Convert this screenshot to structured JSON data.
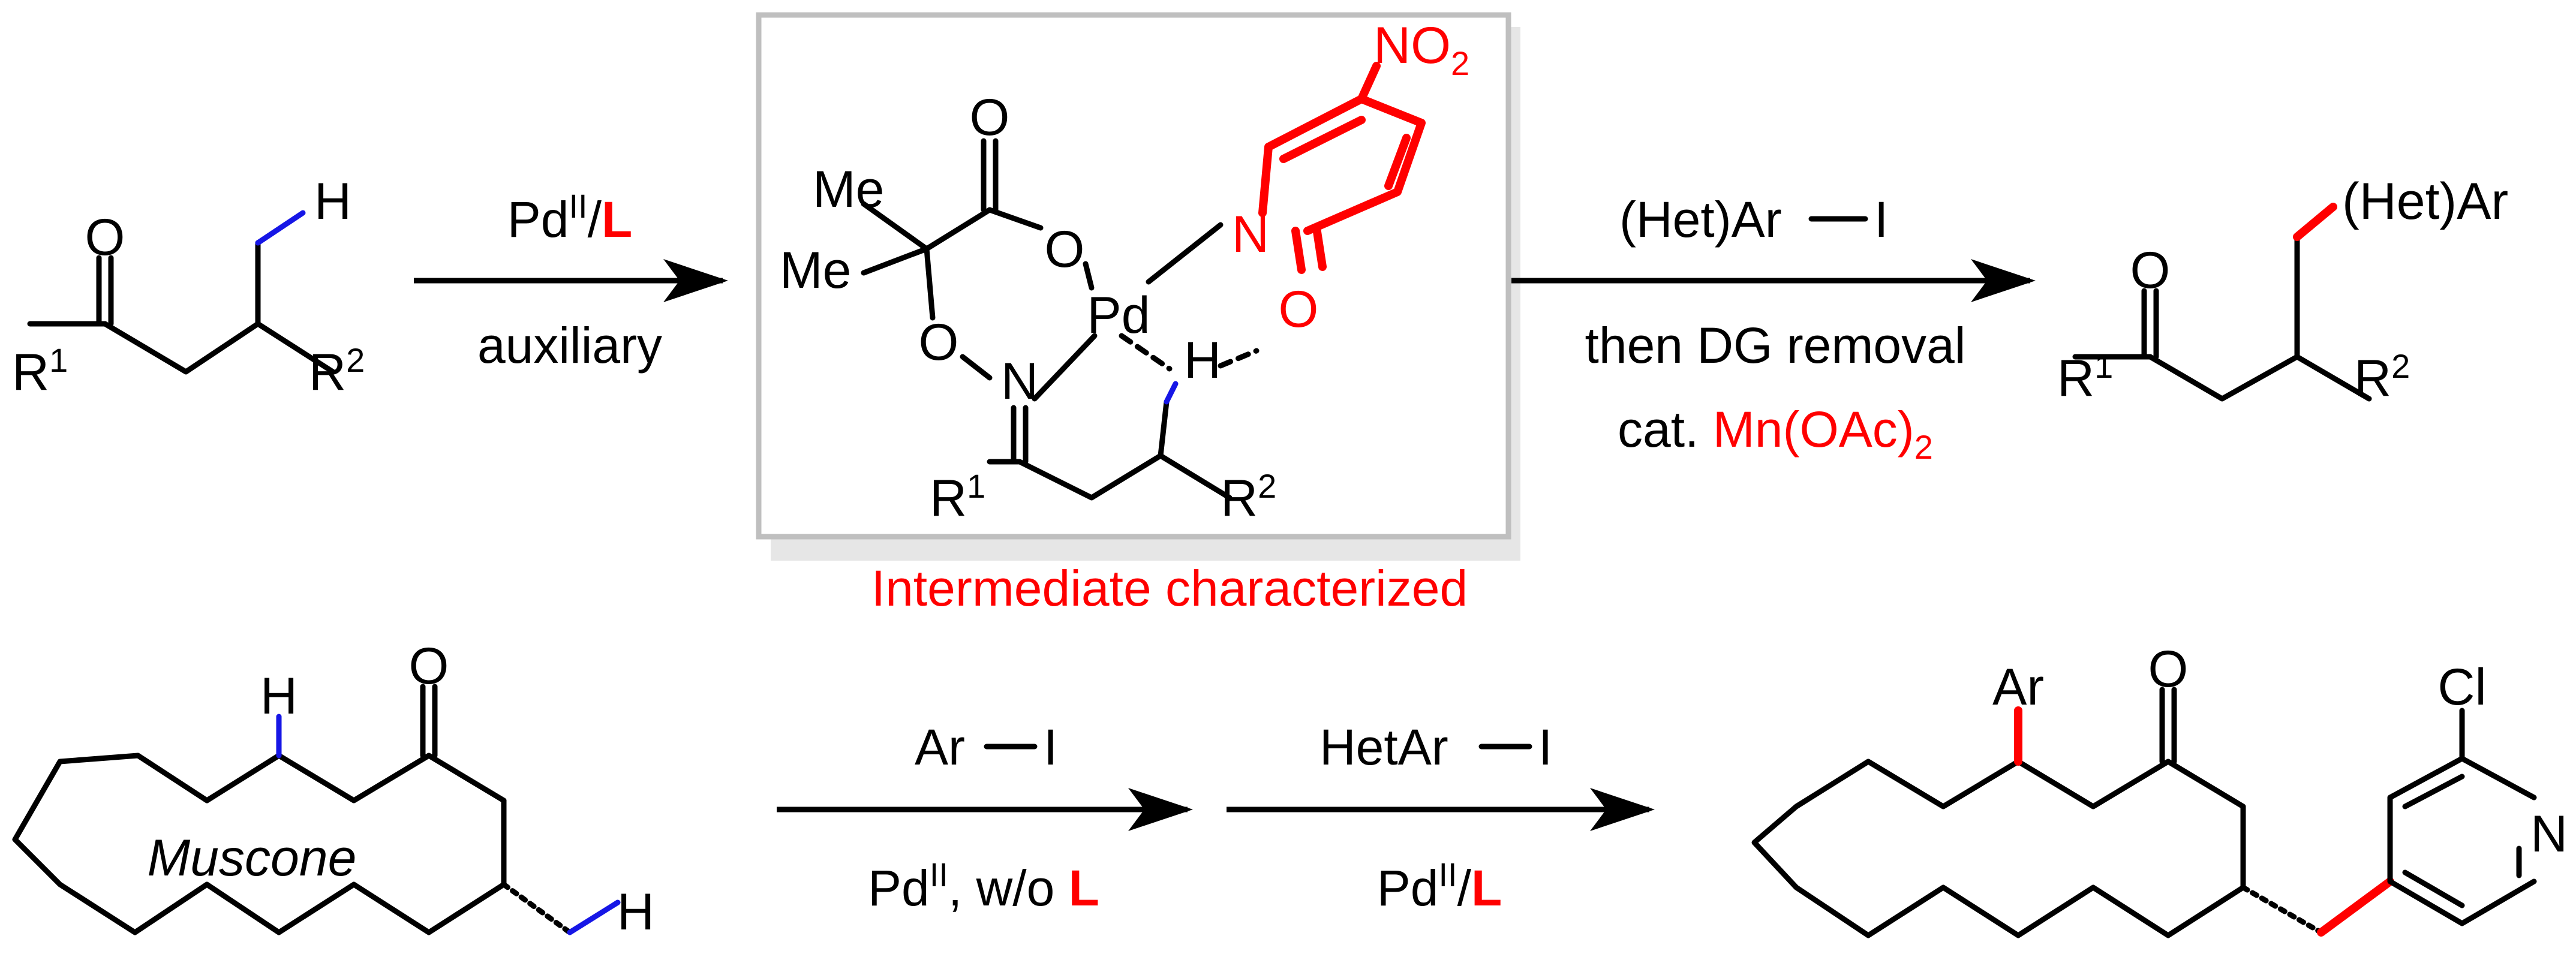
{
  "colors": {
    "highlight": "#ff0000",
    "ch_bond": "#1616e6",
    "bond": "#000000",
    "box_border": "#bfbfbf",
    "box_shadow": "#e6e6e6"
  },
  "top": {
    "sm": {
      "o": "O",
      "h": "H",
      "r1": "R",
      "r1_sup": "1",
      "r2": "R",
      "r2_sup": "2"
    },
    "arrow1": {
      "cat_main": "Pd",
      "cat_sup": "II",
      "cat_slash": "/",
      "ligand": "L",
      "below": "auxiliary"
    },
    "intermediate": {
      "me1": "Me",
      "me2": "Me",
      "o_carbonyl": "O",
      "o_ester": "O",
      "o_ox": "O",
      "n_ox": "N",
      "pd": "Pd",
      "h": "H",
      "n_py": "N",
      "o_py": "O",
      "no2_main": "NO",
      "no2_sub": "2",
      "r1": "R",
      "r1_sup": "1",
      "r2": "R",
      "r2_sup": "2",
      "caption": "Intermediate characterized"
    },
    "arrow2": {
      "above": "(Het)Ar",
      "above_i": "I",
      "below1": "then DG removal",
      "below2_prefix": "cat. ",
      "below2_red": "Mn(OAc)",
      "below2_sub": "2"
    },
    "product": {
      "o": "O",
      "hetar": "(Het)Ar",
      "r1": "R",
      "r1_sup": "1",
      "r2": "R",
      "r2_sup": "2"
    }
  },
  "bottom": {
    "muscone": {
      "o": "O",
      "h_top": "H",
      "h_bottom": "H",
      "name": "Muscone"
    },
    "arrow3": {
      "above": "Ar",
      "above_i": "I",
      "below_main": "Pd",
      "below_sup": "II",
      "below_rest": ", w/o ",
      "ligand": "L"
    },
    "arrow4": {
      "above": "HetAr",
      "above_i": "I",
      "below_main": "Pd",
      "below_sup": "II",
      "below_slash": "/",
      "ligand": "L"
    },
    "final": {
      "ar": "Ar",
      "o": "O",
      "cl": "Cl",
      "n": "N"
    }
  }
}
